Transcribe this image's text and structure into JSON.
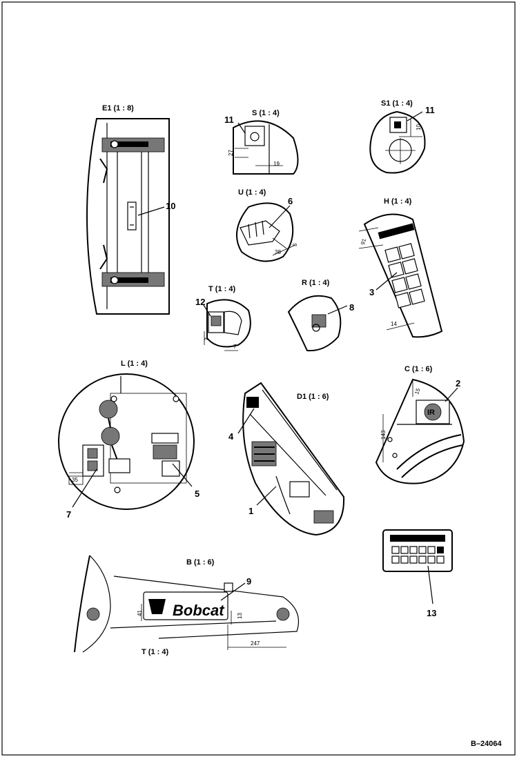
{
  "views": {
    "e1": "E1 (1 : 8)",
    "s": "S (1 : 4)",
    "s1": "S1 (1 : 4)",
    "u": "U (1 : 4)",
    "h": "H (1 : 4)",
    "t_small": "T (1 : 4)",
    "r": "R (1 : 4)",
    "l": "L (1 : 4)",
    "d1": "D1 (1 : 6)",
    "c": "C (1 : 6)",
    "b": "B (1 : 6)",
    "t_bottom": "T (1 : 4)"
  },
  "callouts": [
    "1",
    "2",
    "3",
    "4",
    "5",
    "6",
    "7",
    "8",
    "9",
    "10",
    "11",
    "11",
    "12",
    "13"
  ],
  "dims": {
    "s_27": "27",
    "s_19": "19",
    "s1_10": "10",
    "u_38": "38",
    "u_5": "5",
    "h_91": "91",
    "h_14": "14",
    "t_7a": "7",
    "t_7b": "7",
    "l_35": "35",
    "c_15": "15",
    "c_143": "143",
    "b_41": "41",
    "b_13": "13",
    "b_247": "247"
  },
  "decal_text": "Bobcat",
  "figure_ref": "B–24064"
}
